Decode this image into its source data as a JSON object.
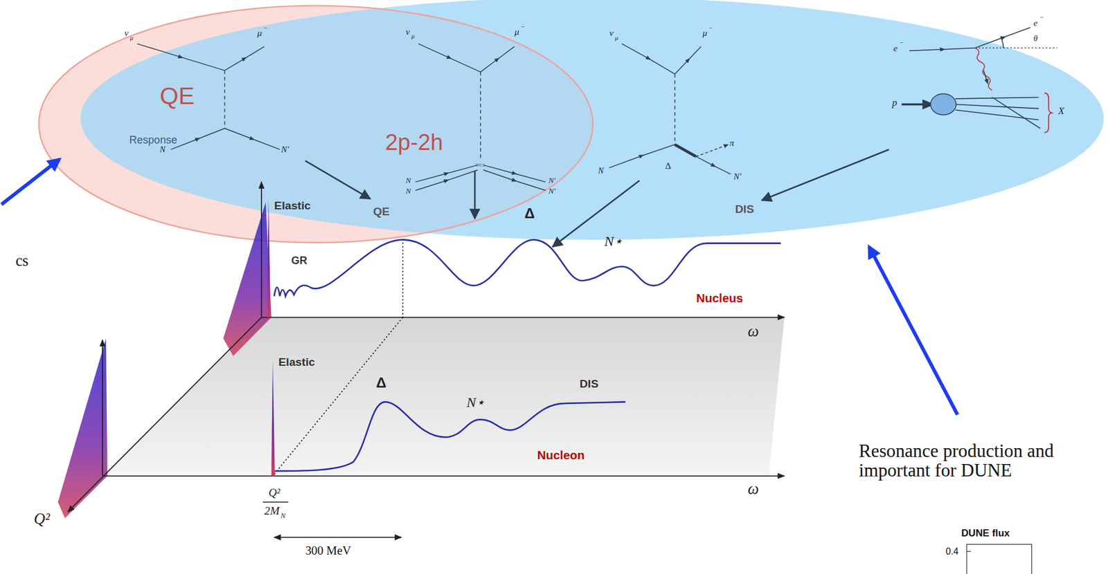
{
  "diagram": {
    "labels": [
      "ν",
      "μ",
      "μ",
      "−",
      "N",
      "N′",
      "QE",
      "Response",
      "ν",
      "μ",
      "μ",
      "−",
      "2p-2h",
      "N",
      "N",
      "N′",
      "N′",
      "MEC",
      "ν",
      "μ",
      "μ",
      "−",
      "N",
      "Δ",
      "π",
      "N′",
      "e",
      "−",
      "e",
      "−",
      "θ",
      "p",
      "X",
      "cs",
      "Elastic",
      "GR",
      "QE",
      "Δ",
      "N⋆",
      "DIS",
      "Nucleus",
      "ω",
      "Elastic",
      "Δ",
      "N⋆",
      "DIS",
      "Nucleon",
      "ω",
      "Q²",
      "Q²",
      "2M",
      "N",
      "300 MeV",
      "Resonance production and important for DUNE",
      "DUNE flux",
      "0.4"
    ]
  }
}
